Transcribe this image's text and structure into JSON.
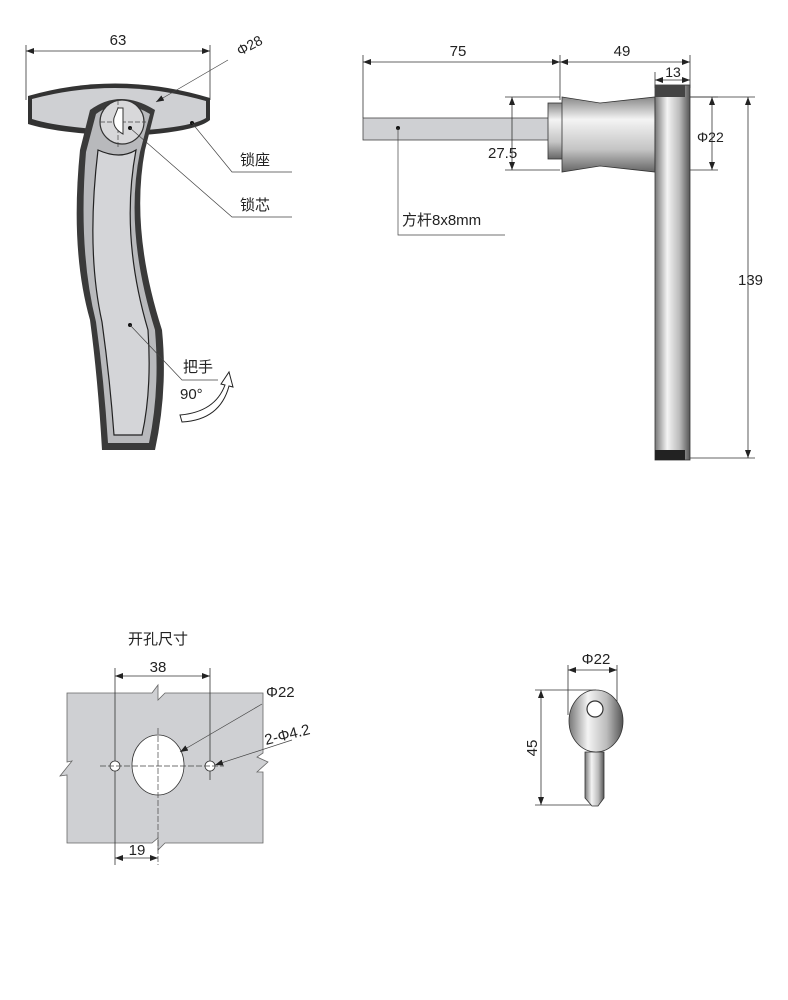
{
  "front_view": {
    "width_dim": "63",
    "core_dia": "Φ28",
    "lock_base_label": "锁座",
    "lock_core_label": "锁芯",
    "handle_label": "把手",
    "rotation_label": "90°"
  },
  "side_view": {
    "rod_len": "75",
    "body_len": "49",
    "plate_thk": "13",
    "body_dia": "Φ22",
    "height": "139",
    "rod_height": "27.5",
    "rod_label": "方杆8x8mm"
  },
  "cutout": {
    "title": "开孔尺寸",
    "hole_spacing": "38",
    "center_offset": "19",
    "main_hole": "Φ22",
    "small_holes": "2-Φ4.2"
  },
  "key": {
    "width": "Φ22",
    "length": "45"
  }
}
